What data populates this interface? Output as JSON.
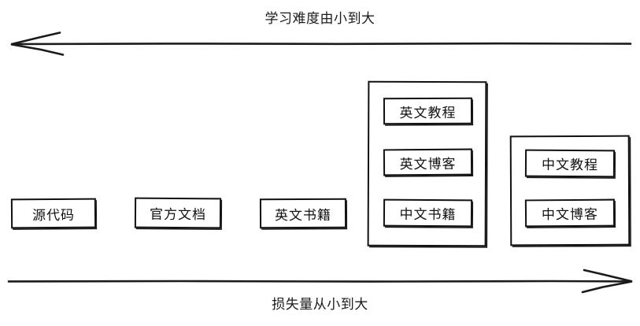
{
  "diagram": {
    "title_top": "学习难度由小到大",
    "title_bottom": "损失量从小到大",
    "stroke_color": "#111111",
    "background_color": "#ffffff"
  },
  "axes": {
    "top": {
      "label": "学习难度由小到大",
      "direction": "left",
      "arrow_name": "left-arrow-icon"
    },
    "bottom": {
      "label": "损失量从小到大",
      "direction": "right",
      "arrow_name": "right-arrow-icon"
    }
  },
  "nodes": [
    {
      "id": "source-code",
      "label": "源代码"
    },
    {
      "id": "official-docs",
      "label": "官方文档"
    },
    {
      "id": "english-books",
      "label": "英文书籍"
    }
  ],
  "groups": [
    {
      "id": "group-english-media",
      "items": [
        {
          "id": "english-tutorial",
          "label": "英文教程"
        },
        {
          "id": "english-blog",
          "label": "英文博客"
        },
        {
          "id": "chinese-books",
          "label": "中文书籍"
        }
      ]
    },
    {
      "id": "group-chinese-media",
      "items": [
        {
          "id": "chinese-tutorial",
          "label": "中文教程"
        },
        {
          "id": "chinese-blog",
          "label": "中文博客"
        }
      ]
    }
  ]
}
